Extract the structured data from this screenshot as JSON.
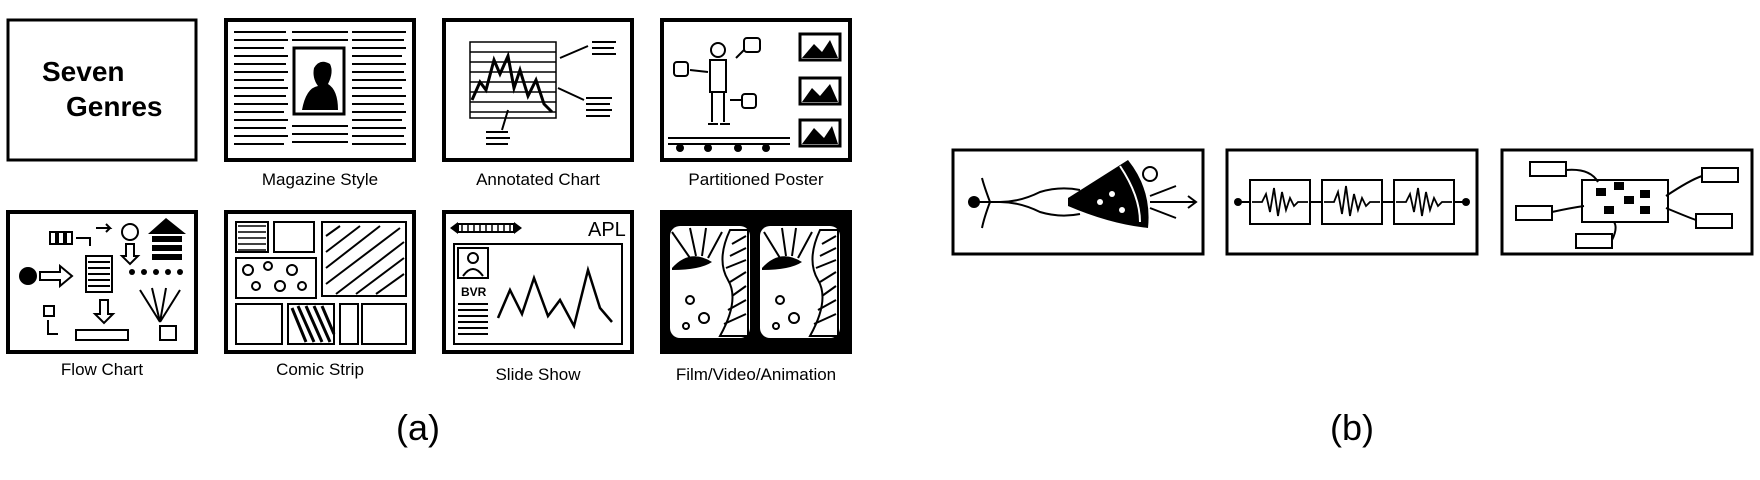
{
  "panel_a": {
    "title_line1": "Seven",
    "title_line2": "Genres",
    "genres": [
      "Magazine Style",
      "Annotated Chart",
      "Partitioned Poster",
      "Flow Chart",
      "Comic Strip",
      "Slide Show",
      "Film/Video/Animation"
    ],
    "slide_show_text": "APL",
    "slide_show_badge": "BVR",
    "label": "(a)"
  },
  "panel_b": {
    "label": "(b)"
  }
}
